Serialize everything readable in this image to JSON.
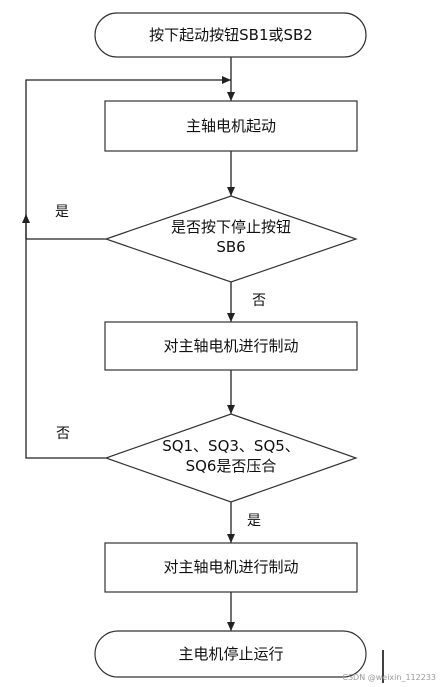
{
  "flowchart": {
    "nodes": {
      "start": {
        "label": "按下起动按钮SB1或SB2"
      },
      "spindle_start": {
        "label": "主轴电机起动"
      },
      "check_sb6": {
        "line1": "是否按下停止按钮",
        "line2": "SB6"
      },
      "brake_1": {
        "label": "对主轴电机进行制动"
      },
      "check_sq": {
        "line1": "SQ1、SQ3、SQ5、",
        "line2": "SQ6是否压合"
      },
      "brake_2": {
        "label": "对主轴电机进行制动"
      },
      "end": {
        "label": "主电机停止运行"
      }
    },
    "edges": {
      "sb6_yes": "是",
      "sb6_no": "否",
      "sq_no": "否",
      "sq_yes": "是"
    }
  },
  "watermark": "CSDN @weixin_112233"
}
